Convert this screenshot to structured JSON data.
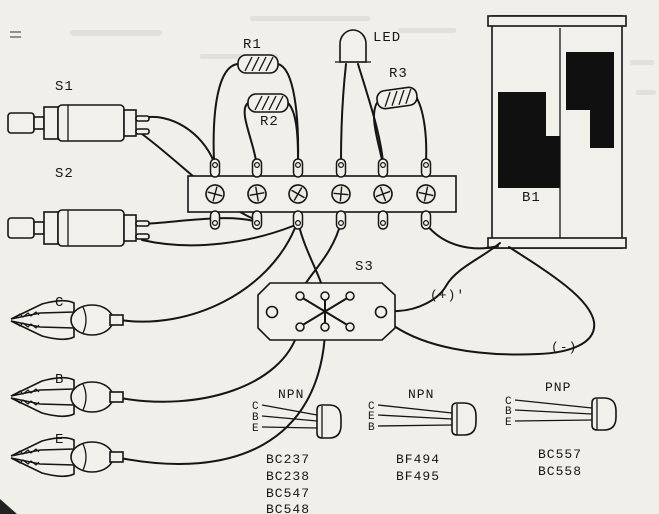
{
  "diagram": {
    "labels": {
      "s1": "S1",
      "s2": "S2",
      "s3": "S3",
      "r1": "R1",
      "r2": "R2",
      "r3": "R3",
      "led": "LED",
      "b1": "B1",
      "plus": "(+)'",
      "minus": "(-)",
      "clip_c": "C",
      "clip_b": "B",
      "clip_e": "E"
    },
    "transistors": [
      {
        "type": "NPN",
        "pins": [
          "C",
          "B",
          "E"
        ],
        "parts": [
          "BC237",
          "BC238",
          "BC547",
          "BC548"
        ]
      },
      {
        "type": "NPN",
        "pins": [
          "C",
          "E",
          "B"
        ],
        "parts": [
          "BF494",
          "BF495",
          "",
          ""
        ]
      },
      {
        "type": "PNP",
        "pins": [
          "C",
          "B",
          "E"
        ],
        "parts": [
          "BC557",
          "BC558",
          "",
          ""
        ]
      }
    ]
  }
}
